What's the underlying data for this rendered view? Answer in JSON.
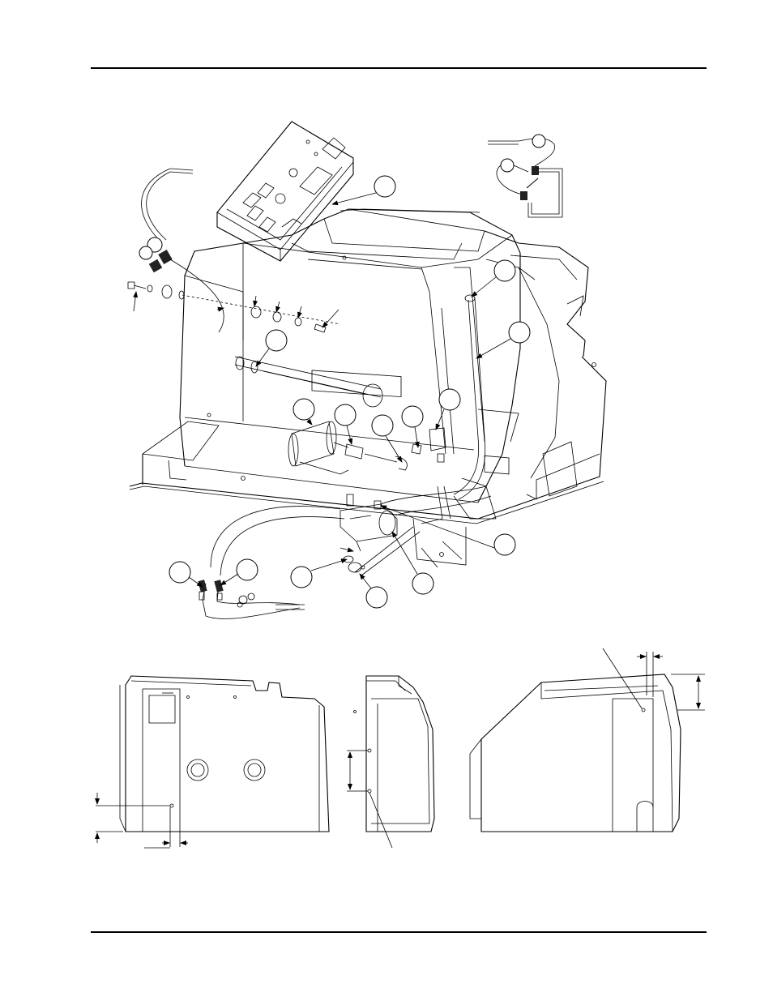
{
  "page": {
    "header_rule": true,
    "footer_rule": true
  },
  "figures": {
    "exploded_view": {
      "callout_count": 17,
      "has_text_labels": false
    },
    "detail_inset": {
      "callout_count": 2
    },
    "orthographic_views": [
      "left-side-view",
      "front-view",
      "right-side-view"
    ]
  },
  "icons": {
    "callout_bubble": "empty-circle",
    "leader": "arrow-line"
  },
  "colors": {
    "ink": "#000000",
    "paper": "#ffffff"
  }
}
